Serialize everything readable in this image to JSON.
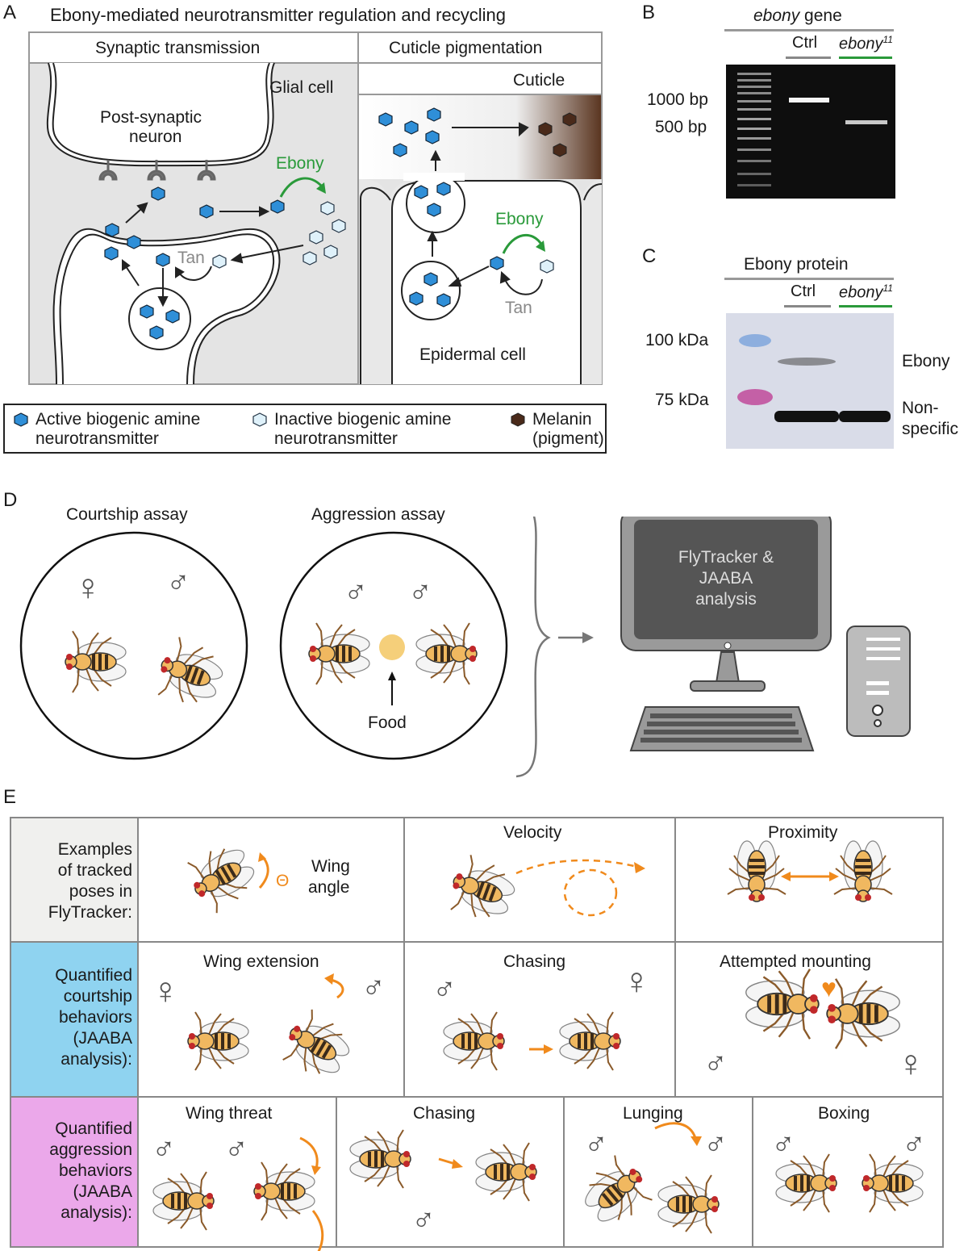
{
  "panel_letters": {
    "a": "A",
    "b": "B",
    "c": "C",
    "d": "D",
    "e": "E"
  },
  "panel_a": {
    "title": "Ebony-mediated neurotransmitter regulation and recycling",
    "left_header": "Synaptic transmission",
    "right_header": "Cuticle pigmentation",
    "glial_cell": "Glial cell",
    "post_synaptic_1": "Post-synaptic",
    "post_synaptic_2": "neuron",
    "ebony_left": "Ebony",
    "tan_left": "Tan",
    "cuticle": "Cuticle",
    "ebony_right": "Ebony",
    "tan_right": "Tan",
    "epidermal_cell": "Epidermal cell",
    "legend": {
      "active_1": "Active biogenic amine",
      "active_2": "neurotransmitter",
      "inactive_1": "Inactive biogenic amine",
      "inactive_2": "neurotransmitter",
      "melanin_1": "Melanin",
      "melanin_2": "(pigment)"
    }
  },
  "panel_b": {
    "title_italic": "ebony",
    "title_rest": " gene",
    "ctrl": "Ctrl",
    "mut": "ebony",
    "mut_sup": "11",
    "bp1000": "1000 bp",
    "bp500": "500 bp"
  },
  "panel_c": {
    "title": "Ebony protein",
    "ctrl": "Ctrl",
    "mut": "ebony",
    "mut_sup": "11",
    "kda100": "100 kDa",
    "kda75": "75 kDa",
    "band_ebony": "Ebony",
    "band_ns_1": "Non-",
    "band_ns_2": "specific"
  },
  "panel_d": {
    "courtship": "Courtship assay",
    "aggression": "Aggression assay",
    "food": "Food",
    "screen_1": "FlyTracker &",
    "screen_2": "JAABA",
    "screen_3": "analysis",
    "female_symbol": "♀",
    "male_symbol": "♂"
  },
  "panel_e": {
    "row1_label": [
      "Examples",
      "of tracked",
      "poses in",
      "FlyTracker:"
    ],
    "row2_label": [
      "Quantified",
      "courtship",
      "behaviors",
      "(JAABA",
      "analysis):"
    ],
    "row3_label": [
      "Quantified",
      "aggression",
      "behaviors",
      "(JAABA",
      "analysis):"
    ],
    "wing_angle_1": "Wing",
    "wing_angle_2": "angle",
    "theta": "Θ",
    "velocity": "Velocity",
    "proximity": "Proximity",
    "wing_extension": "Wing extension",
    "chasing": "Chasing",
    "attempted_mounting": "Attempted mounting",
    "wing_threat": "Wing threat",
    "chasing2": "Chasing",
    "lunging": "Lunging",
    "boxing": "Boxing",
    "female_symbol": "♀",
    "male_symbol": "♂",
    "heart": "♥"
  },
  "colors": {
    "active": "#2f8fd8",
    "inactive": "#d8eef8",
    "melanin": "#4a2a1a",
    "ebony_green": "#2a9a3a",
    "orange": "#f08a1c",
    "row1_bg": "#f0f0ee",
    "row2_bg": "#8fd3f0",
    "row3_bg": "#eba8ea",
    "fly_body": "#f0b860"
  }
}
